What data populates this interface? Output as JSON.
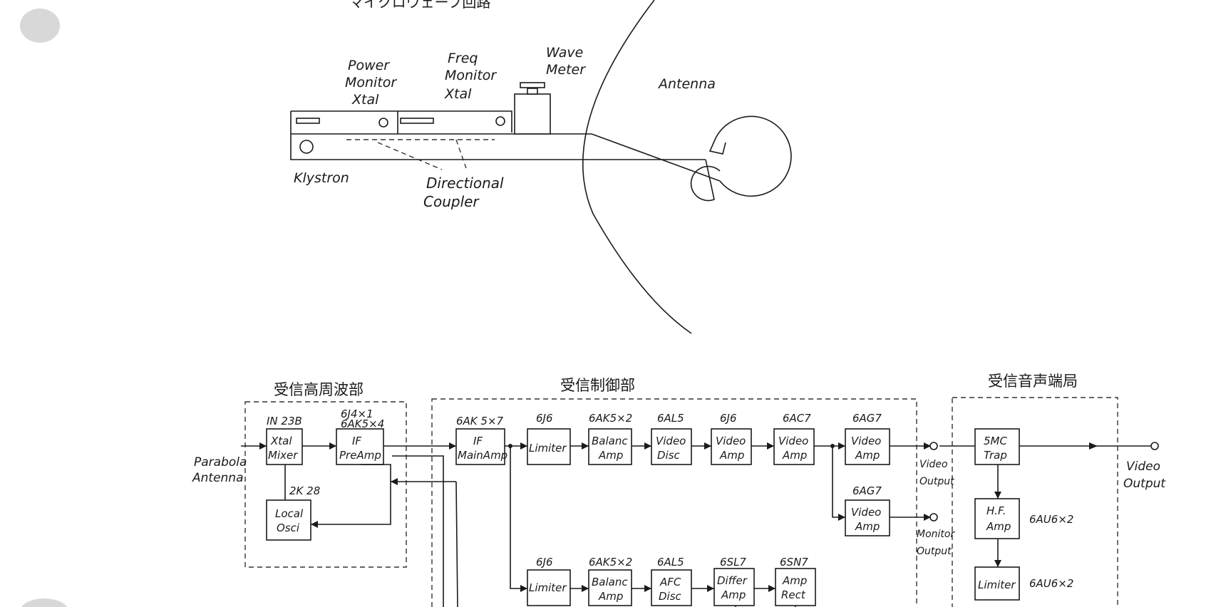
{
  "microwave": {
    "title": "マイクロウェーブ回路",
    "power_monitor": [
      "Power",
      "Monitor",
      "Xtal"
    ],
    "freq_monitor": [
      "Freq",
      "Monitor",
      "Xtal"
    ],
    "wave_meter": [
      "Wave",
      "Meter"
    ],
    "antenna": "Antenna",
    "klystron": "Klystron",
    "directional_coupler": [
      "Directional",
      "Coupler"
    ]
  },
  "sections": {
    "rf": "受信高周波部",
    "control": "受信制御部",
    "audio": "受信音声端局"
  },
  "inputs": {
    "parabola": [
      "Parabola",
      "Antenna"
    ]
  },
  "tubes": {
    "mixer": "IN 23B",
    "preamp": [
      "6J4×1",
      "6AK5×4"
    ],
    "local": "2K 28",
    "mainamp": "6AK 5×7",
    "lim1": "6J6",
    "bal1": "6AK5×2",
    "disc1": "6AL5",
    "vamp1": "6J6",
    "vamp2": "6AC7",
    "vamp3": "6AG7",
    "vamp4": "6AG7",
    "lim2": "6J6",
    "bal2": "6AK5×2",
    "afc": "6AL5",
    "diff": "6SL7",
    "rect": "6SN7",
    "hfamp": "6AU6×2",
    "lim3": "6AU6×2"
  },
  "blocks": {
    "mixer": [
      "Xtal",
      "Mixer"
    ],
    "preamp": [
      "IF",
      "PreAmp"
    ],
    "local": [
      "Local",
      "Osci"
    ],
    "mainamp": [
      "IF",
      "MainAmp"
    ],
    "lim1": [
      "Limiter"
    ],
    "bal1": [
      "Balanc",
      "Amp"
    ],
    "disc1": [
      "Video",
      "Disc"
    ],
    "vamp1": [
      "Video",
      "Amp"
    ],
    "vamp2": [
      "Video",
      "Amp"
    ],
    "vamp3": [
      "Video",
      "Amp"
    ],
    "vamp4": [
      "Video",
      "Amp"
    ],
    "lim2": [
      "Limiter"
    ],
    "bal2": [
      "Balanc",
      "Amp"
    ],
    "afc": [
      "AFC",
      "Disc"
    ],
    "diff": [
      "Differ",
      "Amp"
    ],
    "rect": [
      "Amp",
      "Rect"
    ],
    "trap": [
      "5MC",
      "Trap"
    ],
    "hfamp": [
      "H.F.",
      "Amp"
    ],
    "lim3": [
      "Limiter"
    ]
  },
  "outputs": {
    "video1": [
      "Video",
      "Output"
    ],
    "monitor": [
      "Monitor",
      "Output"
    ],
    "video2": [
      "Video",
      "Output"
    ]
  }
}
